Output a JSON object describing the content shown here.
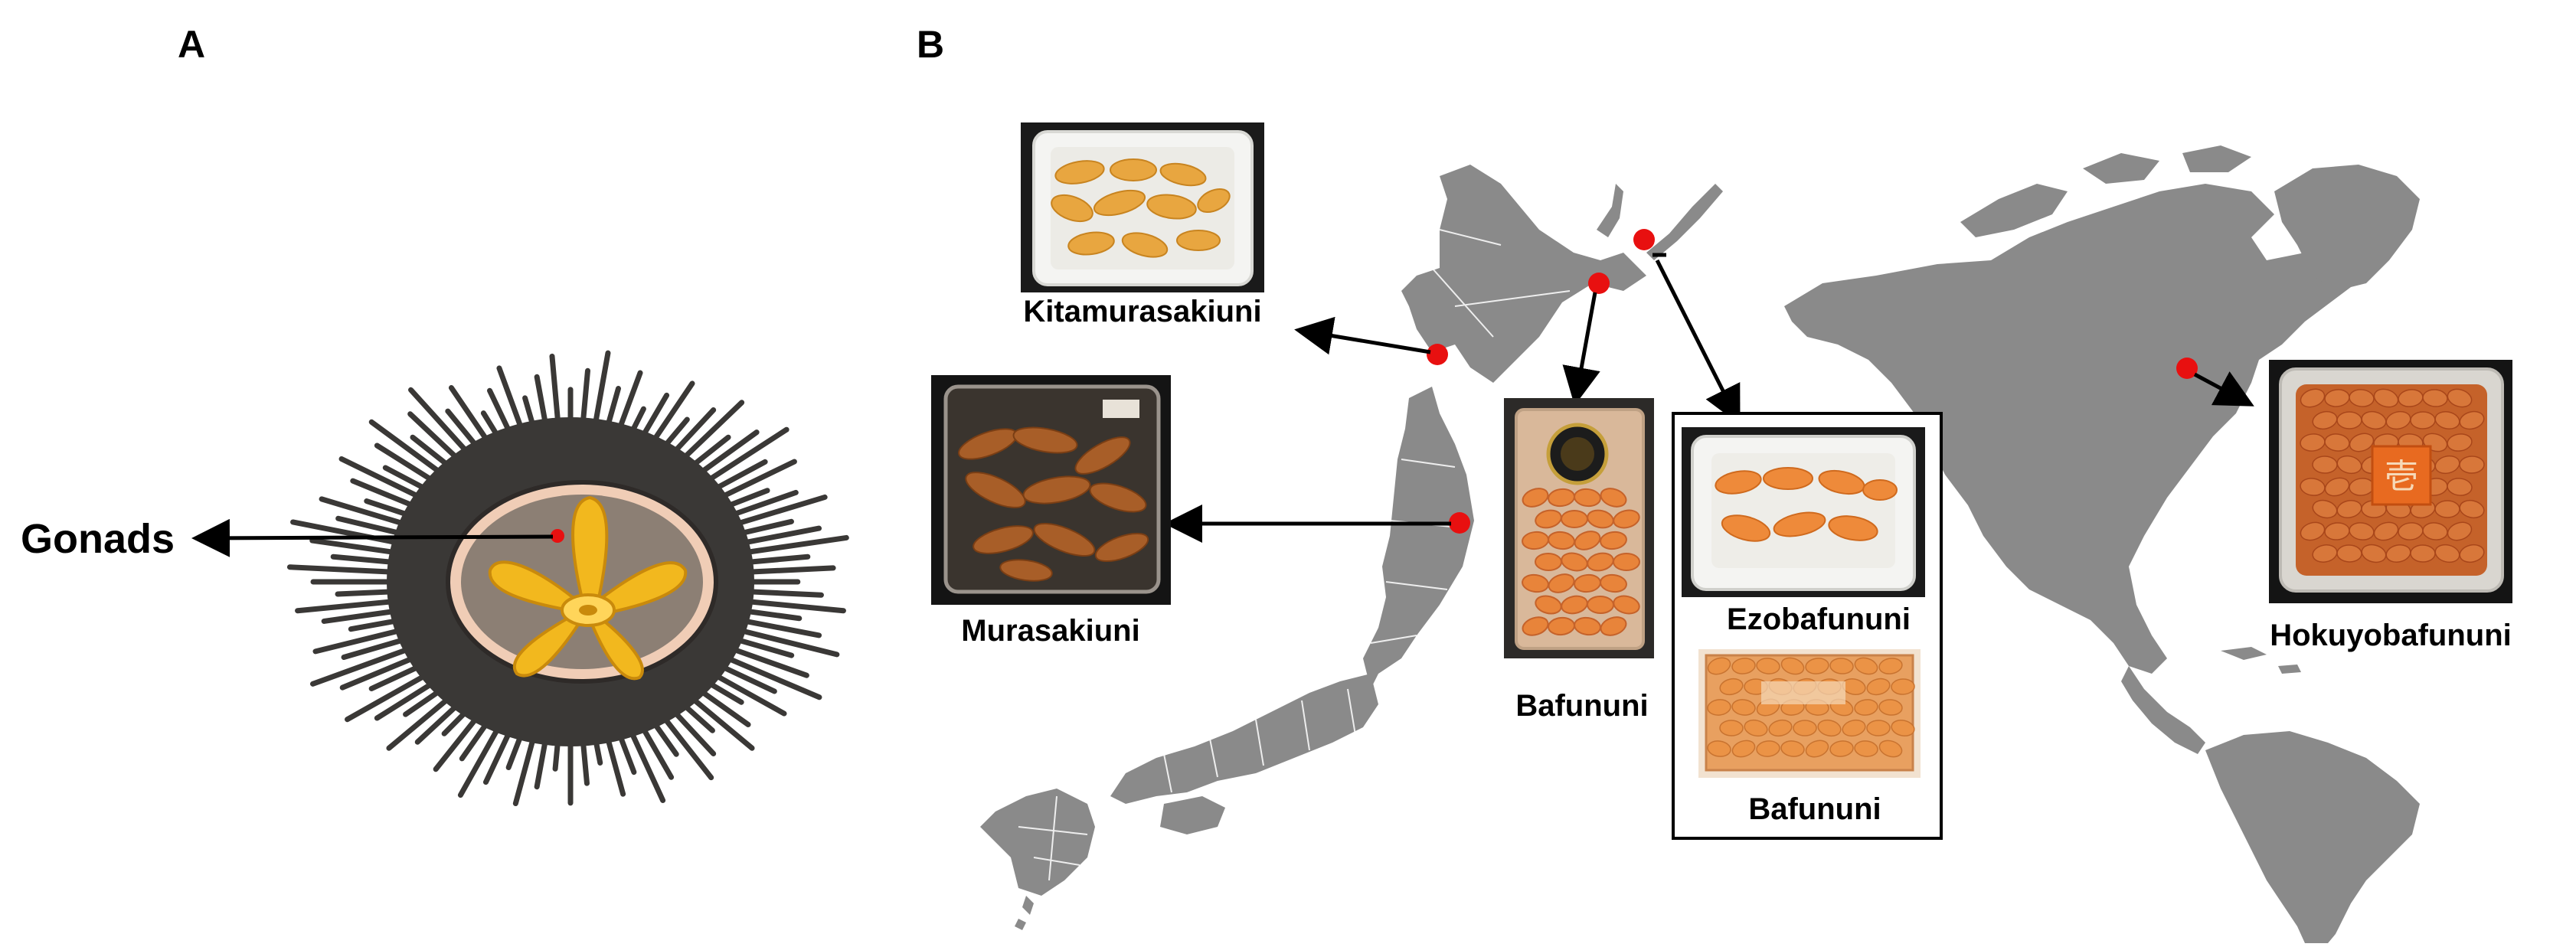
{
  "panels": {
    "a": "A",
    "b": "B"
  },
  "labels": {
    "gonads": "Gonads",
    "kitamurasakiuni": "Kitamurasakiuni",
    "murasakiuni": "Murasakiuni",
    "bafununi_center": "Bafununi",
    "ezobafununi": "Ezobafununi",
    "bafununi_box": "Bafununi",
    "hokuyobafununi": "Hokuyobafununi",
    "package_sticker": "壱"
  },
  "colors": {
    "land": "#8a8a8a",
    "spines": "#3a3836",
    "shell_rim": "#f0cdb6",
    "shell_inside": "#8c7f74",
    "gonad_fill": "#f2b81e",
    "gonad_light": "#ffd55a",
    "marker": "#e81010",
    "arrow": "#000000",
    "uni_yellow": "#e8a640",
    "uni_brown": "#a85e28",
    "uni_orange": "#e8843a",
    "uni_deep": "#c5622a"
  }
}
